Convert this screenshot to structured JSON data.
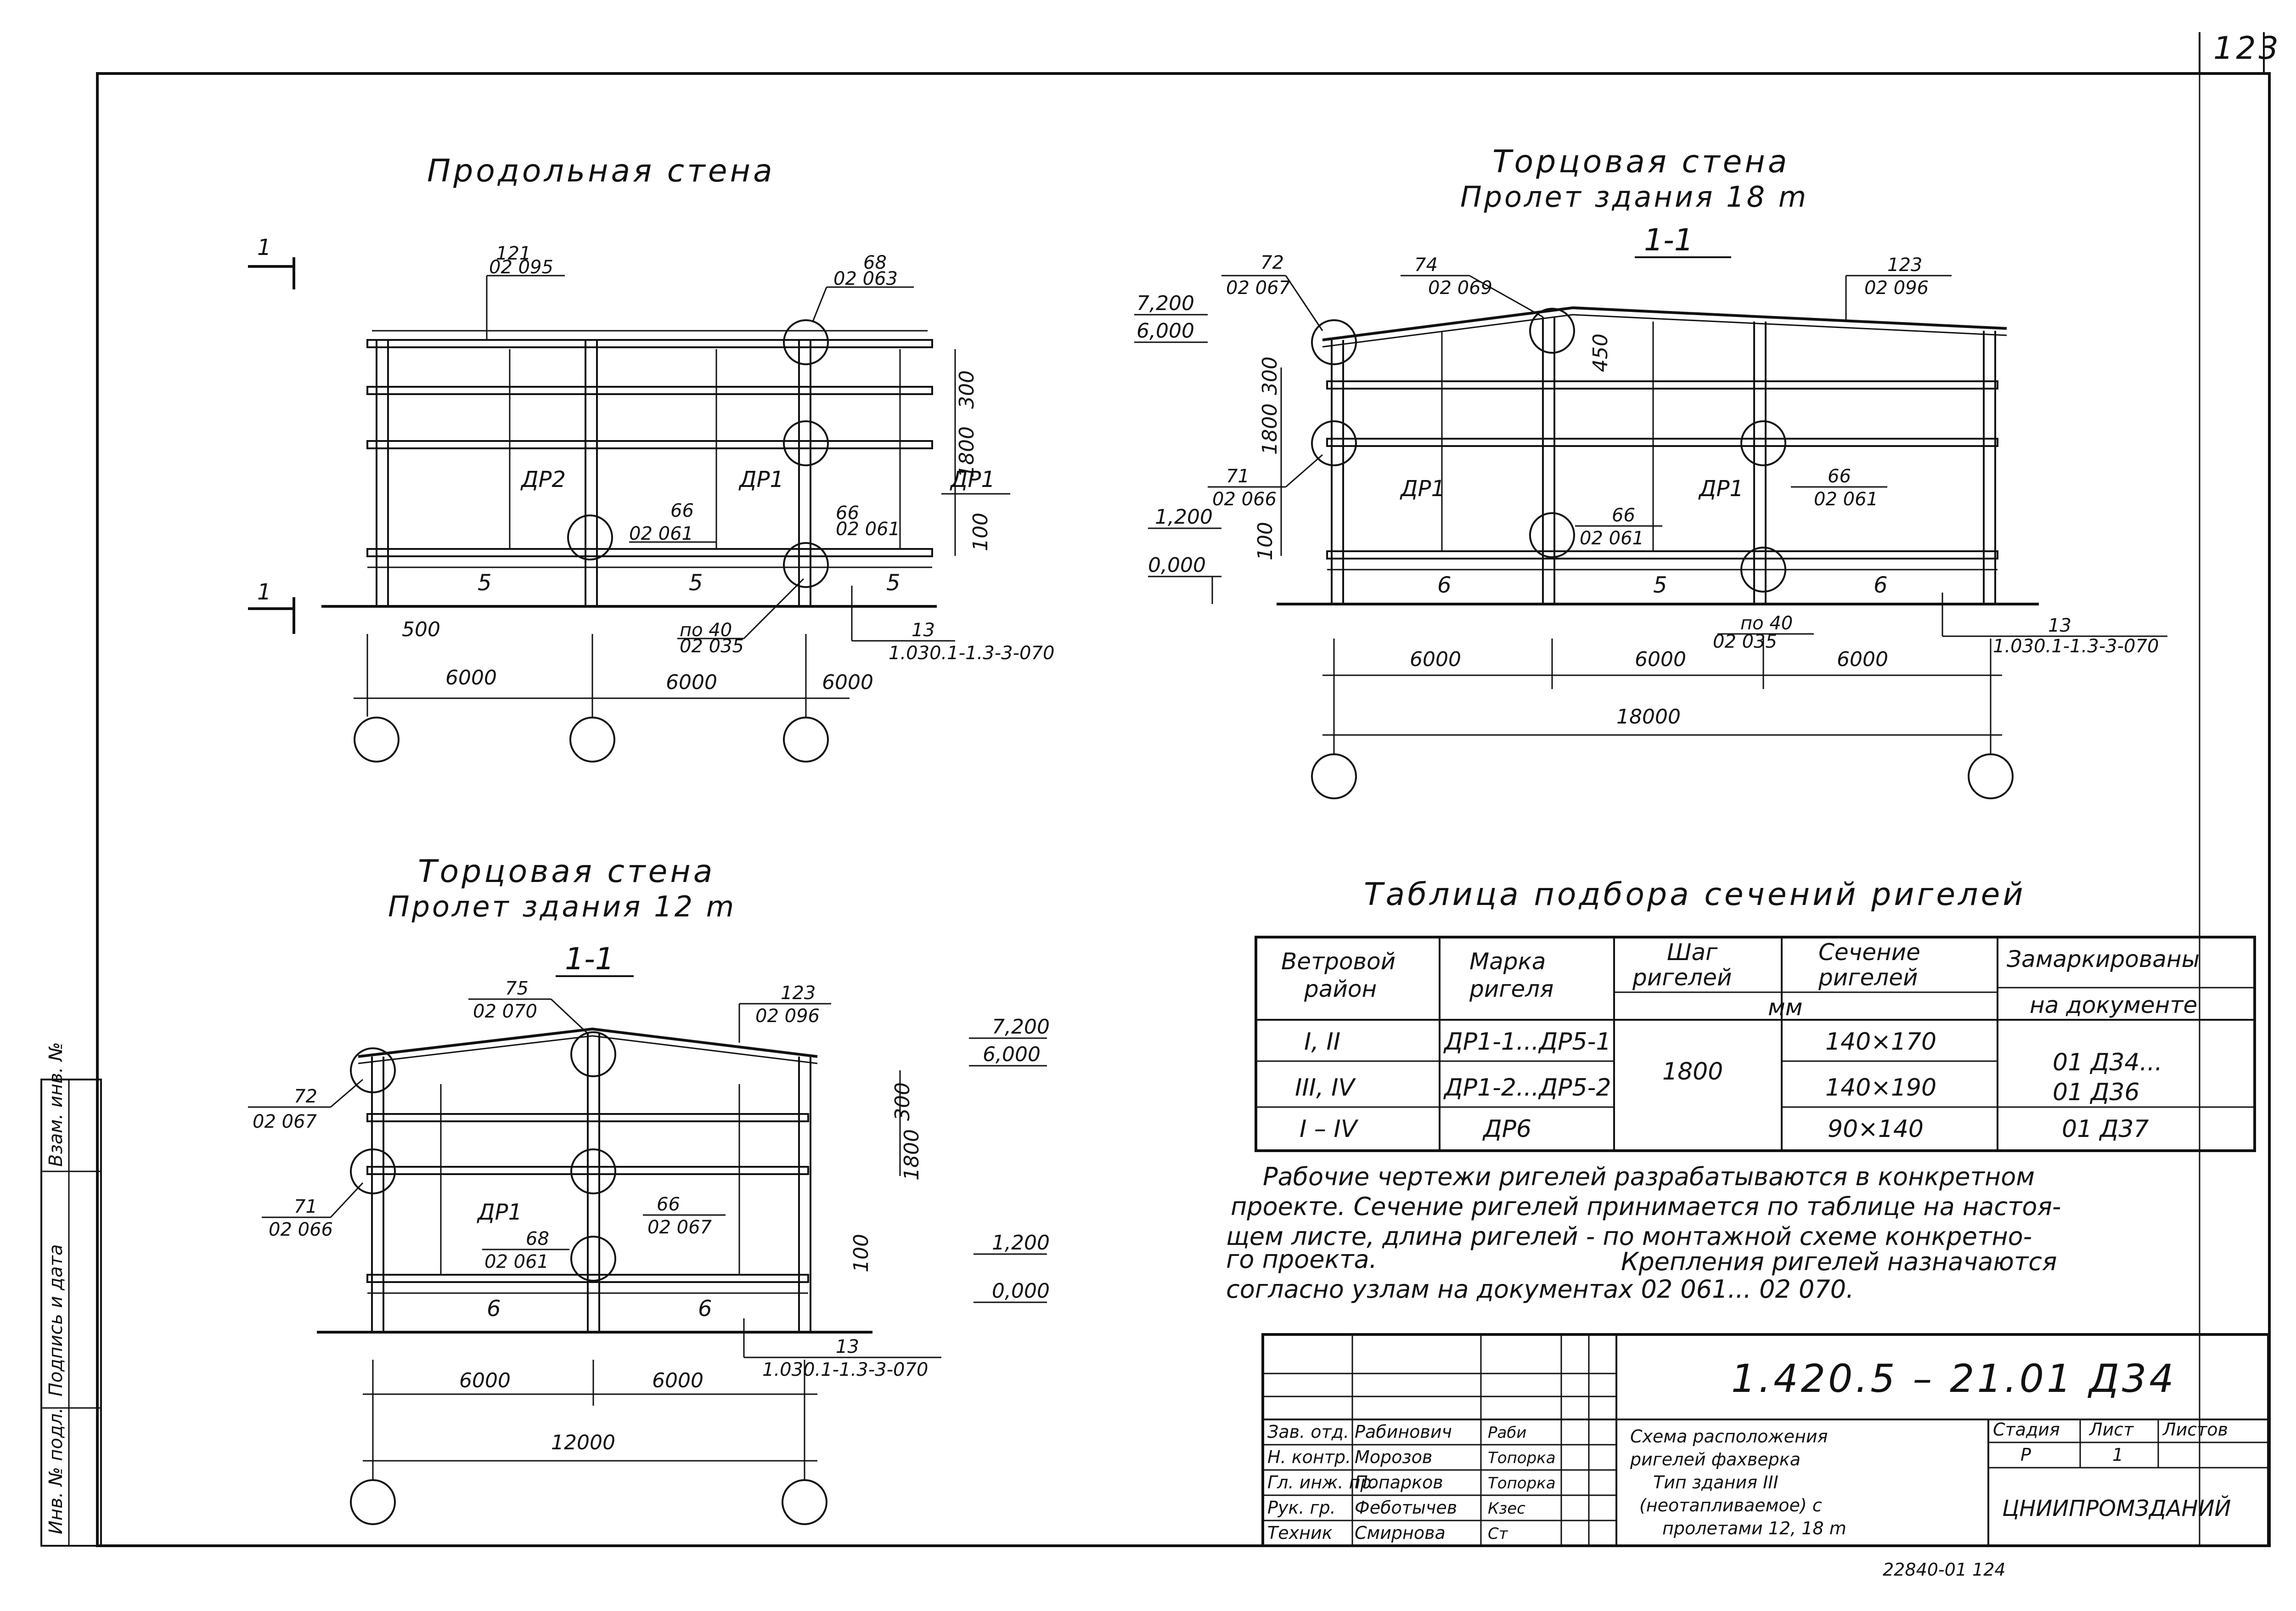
{
  "page_number": "123",
  "drawings": {
    "longitudinal": {
      "title": "Продольная стена",
      "section_mark": "1",
      "callouts": [
        {
          "top": "121",
          "bottom": "02 095"
        },
        {
          "top": "68",
          "bottom": "02 063"
        },
        {
          "top": "66",
          "bottom": "02 061"
        },
        {
          "top": "66",
          "bottom": "02 061"
        },
        {
          "top": "по 40",
          "bottom": "02 035"
        },
        {
          "top": "13",
          "bottom": "1.030.1-1.3-3-070"
        }
      ],
      "beam_labels": [
        "ДР2",
        "ДР1",
        "ДР1"
      ],
      "bay_counts": [
        "5",
        "5",
        "5"
      ],
      "dim_values": [
        "6000",
        "6000",
        "6000",
        "500",
        "1800",
        "300",
        "100"
      ]
    },
    "end_18": {
      "title": "Торцовая стена",
      "subtitle": "Пролет здания 18 m",
      "section_label": "1-1",
      "callouts": [
        {
          "top": "72",
          "bottom": "02 067"
        },
        {
          "top": "74",
          "bottom": "02 069"
        },
        {
          "top": "123",
          "bottom": "02 096"
        },
        {
          "top": "71",
          "bottom": "02 066"
        },
        {
          "top": "66",
          "bottom": "02 061"
        },
        {
          "top": "66",
          "bottom": "02 061"
        },
        {
          "top": "по 40",
          "bottom": "02 035"
        },
        {
          "top": "13",
          "bottom": "1.030.1-1.3-3-070"
        }
      ],
      "beam_labels": [
        "ДР1",
        "ДР1"
      ],
      "bay_counts": [
        "6",
        "5",
        "6"
      ],
      "elevations": [
        "7,200",
        "6,000",
        "1,200",
        "0,000"
      ],
      "dim_values": [
        "6000",
        "6000",
        "6000",
        "18000",
        "1800",
        "300",
        "450",
        "100"
      ]
    },
    "end_12": {
      "title": "Торцовая стена",
      "subtitle": "Пролет здания 12 m",
      "section_label": "1-1",
      "callouts": [
        {
          "top": "75",
          "bottom": "02 070"
        },
        {
          "top": "123",
          "bottom": "02 096"
        },
        {
          "top": "72",
          "bottom": "02 067"
        },
        {
          "top": "71",
          "bottom": "02 066"
        },
        {
          "top": "66",
          "bottom": "02 067"
        },
        {
          "top": "68",
          "bottom": "02 061"
        },
        {
          "top": "13",
          "bottom": "1.030.1-1.3-3-070"
        }
      ],
      "beam_labels": [
        "ДР1"
      ],
      "bay_counts": [
        "6",
        "6"
      ],
      "elevations": [
        "7,200",
        "6,000",
        "1,200",
        "0,000"
      ],
      "dim_values": [
        "6000",
        "6000",
        "12000",
        "1800",
        "300",
        "100"
      ]
    }
  },
  "table": {
    "title": "Таблица подбора сечений ригелей",
    "headers": {
      "wind": [
        "Ветровой",
        "район"
      ],
      "mark": [
        "Марка",
        "ригеля"
      ],
      "step": [
        "Шаг",
        "ригелей"
      ],
      "section": [
        "Сечение",
        "ригелей"
      ],
      "unit": "мм",
      "doc": [
        "Замаркированы",
        "на документе"
      ]
    },
    "rows": [
      {
        "wind": "I, II",
        "mark": "ДР1-1...ДР5-1",
        "section": "140×170"
      },
      {
        "wind": "III, IV",
        "mark": "ДР1-2...ДР5-2",
        "section": "140×190"
      },
      {
        "wind": "I – IV",
        "mark": "ДР6",
        "section": "90×140"
      }
    ],
    "step_value": "1800",
    "doc_values": [
      "01 Д34...",
      "01 Д36",
      "01 Д37"
    ]
  },
  "notes": [
    "Рабочие чертежи ригелей разрабатываются в конкретном",
    "проекте. Сечение ригелей принимается по таблице на настоя-",
    "щем листе, длина ригелей - по монтажной схеме конкретно-",
    "го проекта.",
    "Крепления ригелей назначаются",
    "согласно узлам на документах 02 061... 02 070."
  ],
  "title_block": {
    "code": "1.420.5 – 21.01 Д34",
    "roles": [
      "Зав. отд.",
      "Н. контр.",
      "Гл. инж. пр.",
      "Рук. гр.",
      "Техник"
    ],
    "names": [
      "Рабинович",
      "Морозов",
      "Попарков",
      "Феботычев",
      "Смирнова"
    ],
    "signatures": [
      "Раби",
      "Топорка",
      "Топорка",
      "Кзес",
      "Ст"
    ],
    "description": [
      "Схема расположения",
      "ригелей фахверка",
      "Тип здания III",
      "(неотапливаемое) с",
      "пролетами 12, 18 m"
    ],
    "stage_header": "Стадия",
    "sheet_header": "Лист",
    "sheets_header": "Листов",
    "stage": "Р",
    "sheet": "1",
    "organization": "ЦНИИПРОМЗДАНИЙ",
    "footer": "22840-01   124"
  },
  "side_stamp": [
    "Инв. № подл.",
    "Подпись и дата",
    "Взам. инв. №"
  ]
}
